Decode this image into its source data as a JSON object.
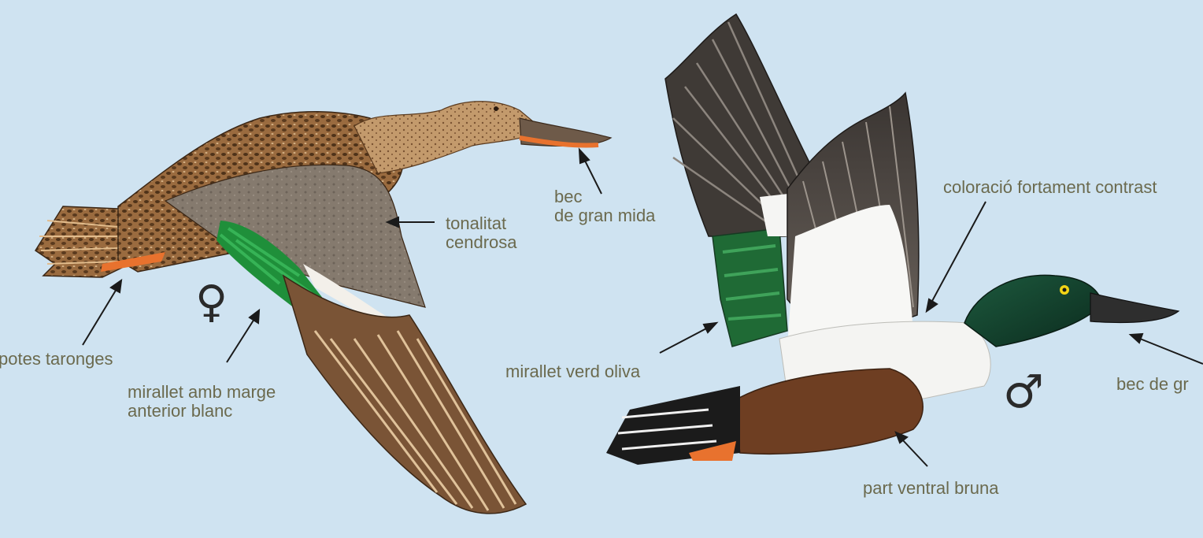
{
  "female": {
    "symbol": "♀",
    "labels": {
      "bill": [
        "bec",
        "de gran mida"
      ],
      "grey_tone": [
        "tonalitat",
        "cendrosa"
      ],
      "legs": "potes taronges",
      "speculum": [
        "mirallet amb marge",
        "anterior  blanc"
      ]
    }
  },
  "male": {
    "symbol": "♂",
    "labels": {
      "contrast": "coloració fortament contrast",
      "speculum": "mirallet verd oliva",
      "bill": "bec de gr",
      "belly": "part ventral bruna"
    }
  },
  "colors": {
    "background": "#cfe3f1",
    "label_text": "#6b6a4e",
    "speculum_green": "#1f8f3a",
    "male_head_green": "#123f2c",
    "male_belly_brown": "#6e3e22",
    "bill_orange": "#e8722e"
  }
}
